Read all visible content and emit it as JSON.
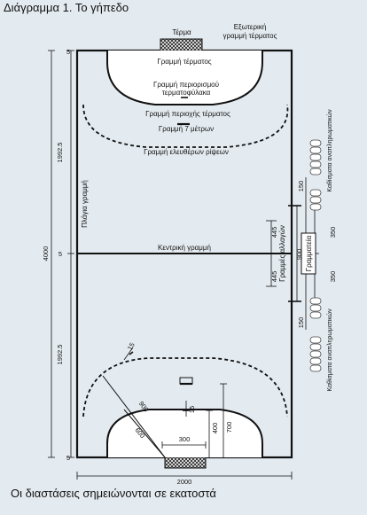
{
  "title": "Διάγραμμα 1. Το γήπεδο",
  "footnote": "Οι διαστάσεις σημειώνονται σε εκατοστά",
  "labels": {
    "goal": "Τέρμα",
    "outer_goal_line_1": "Εξωτερική",
    "outer_goal_line_2": "γραμμή τέρματος",
    "goal_line": "Γραμμή τέρματος",
    "goalkeeper_limit_1": "Γραμμή περιορισμού",
    "goalkeeper_limit_2": "τερματοφύλακα",
    "goal_area_line": "Γραμμή περιοχής τέρματος",
    "seven_meter_line": "Γραμμή 7 μέτρων",
    "free_throw_line": "Γραμμή ελευθέρων ρίψεων",
    "side_line": "Πλάγια γραμμή",
    "center_line": "Κεντρική γραμμή",
    "substitution_lines": "Γραμμές αλλαγών",
    "secretariat": "Γραμματεία",
    "bench_top": "Καθίσματα αναπληρωματικών",
    "bench_bottom": "Καθίσματα αναπληρωματικών"
  },
  "dimensions": {
    "half_length_top": "1992.5",
    "half_length_bottom": "1992.5",
    "total_length": "4000",
    "goal_line_width_top": "5",
    "center_line_width": "5",
    "goal_line_width_bottom": "5",
    "bench_gap_top": "150",
    "bench_gap_bottom": "150",
    "sub_zone_top": "445",
    "sub_zone_bottom": "445",
    "sub_zone_total": "900",
    "secretariat_top": "350",
    "secretariat_bottom": "350",
    "free_throw_radius": "900",
    "goal_area_radius": "600",
    "goal_width": "300",
    "seven_meter_distance": "700",
    "goalkeeper_limit_distance": "400",
    "seven_meter_mark": "15",
    "court_width": "2000",
    "free_throw_dash": "15"
  },
  "colors": {
    "background": "#e4ebf0",
    "line": "#111111",
    "net": "#222222"
  }
}
